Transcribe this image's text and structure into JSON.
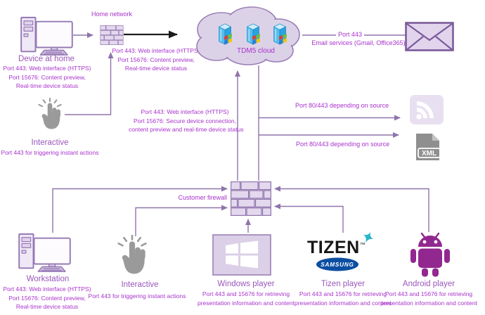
{
  "colors": {
    "wire_purple": "#8f74ac",
    "icon_purple": "#9478b4",
    "fill_lavender": "#e3d8ee",
    "label_purple": "#9a56bb",
    "desc_magenta": "#a832cc",
    "black_arrow": "#1c1c1c",
    "samsung_blue": "#0b4ea2",
    "tizen_teal": "#2ab6c9",
    "android_purple": "#92278f"
  },
  "nodes": {
    "device_at_home": {
      "title": "Device at home",
      "desc": [
        "Port 443: Web interface (HTTPS)",
        "Port 15676: Content preview,",
        "Real-time device status"
      ]
    },
    "home_network": {
      "label": "Home network"
    },
    "home_firewall_ports": [
      "Port 443: Web interface (HTTPS)",
      "Port 15676: Content preview,",
      "Real-time device status"
    ],
    "interactive_home": {
      "title": "Interactive",
      "desc": "Port 443 for triggering instant actions"
    },
    "cloud": {
      "label": "TDM5 cloud"
    },
    "email": {
      "port": "Port 443",
      "label": "Email services (Gmail, Office365)"
    },
    "rss_feed": {
      "label": "Port 80/443 depending on source"
    },
    "xml_feed": {
      "label": "Port 80/443 depending on source",
      "icon_text": "XML"
    },
    "secure_connection_ports": [
      "Port 443: Web interface (HTTPS)",
      "Port 15676: Secure device connection,",
      "content preview and real-time device status"
    ],
    "customer_firewall": {
      "label": "Customer firewall"
    },
    "workstation": {
      "title": "Workstation",
      "desc": [
        "Port 443: Web interface (HTTPS)",
        "Port 15676: Content preview,",
        "Real-time device status"
      ]
    },
    "interactive_office": {
      "title": "Interactive",
      "desc": "Port 443 for triggering instant actions"
    },
    "windows_player": {
      "title": "Windows player",
      "desc": [
        "Port 443 and 15676 for retrieving",
        "presentation information and content"
      ]
    },
    "tizen_player": {
      "brand": "TIZEN",
      "sub_brand": "SAMSUNG",
      "title": "Tizen player",
      "desc": [
        "Port 443 and 15676 for retrieving",
        "presentation information and content"
      ]
    },
    "android_player": {
      "title": "Android player",
      "desc": [
        "Port 443 and 15676 for retrieving",
        "presentation information and content"
      ]
    }
  }
}
